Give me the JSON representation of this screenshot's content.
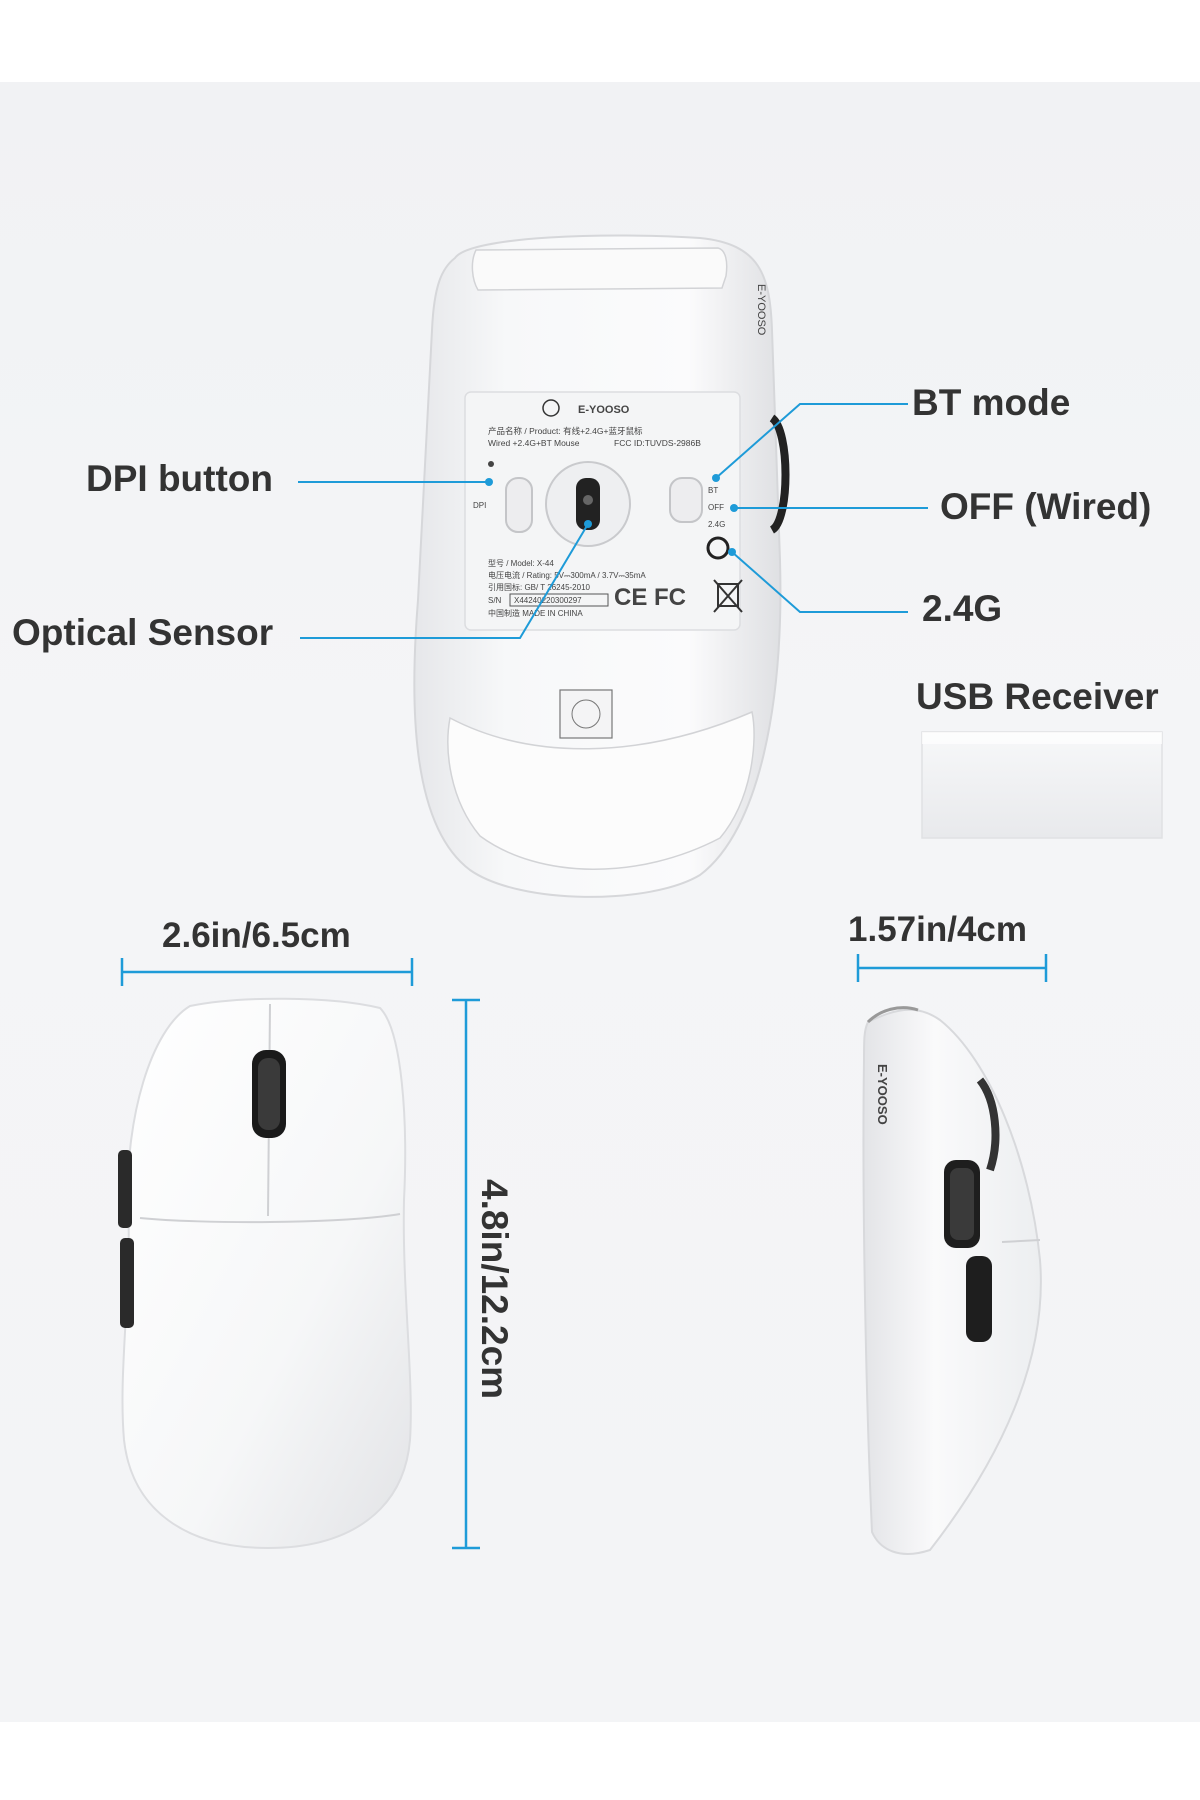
{
  "callouts": {
    "dpi_button": "DPI button",
    "optical_sensor": "Optical Sensor",
    "bt_mode": "BT mode",
    "off_wired": "OFF (Wired)",
    "mode_24g": "2.4G",
    "usb_receiver": "USB Receiver"
  },
  "dimensions": {
    "width": "2.6in/6.5cm",
    "length": "4.8in/12.2cm",
    "height": "1.57in/4cm"
  },
  "sticker": {
    "brand": "E-YOOSO",
    "product_line": "产品名称 / Product: 有线+2.4G+蓝牙鼠标",
    "product_line2": "Wired +2.4G+BT Mouse",
    "fcc": "FCC ID:TUVDS-2986B",
    "model": "型号 / Model: X-44",
    "rating": "电压电流 / Rating: 5V⎓300mA / 3.7V⎓35mA",
    "standard": "引用国标: GB/ T 26245-2010",
    "sn_label": "S/N",
    "sn": "X44240220300297",
    "made_in": "中国制造  MADE IN CHINA",
    "switch_bt": "BT",
    "switch_off": "OFF",
    "switch_24g": "2.4G",
    "dpi_small": "DPI",
    "certifications": "CE FC"
  },
  "side_brand": "E-YOOSO",
  "colors": {
    "accent": "#1e9bd8",
    "text": "#333333",
    "background": "#f3f4f6"
  }
}
